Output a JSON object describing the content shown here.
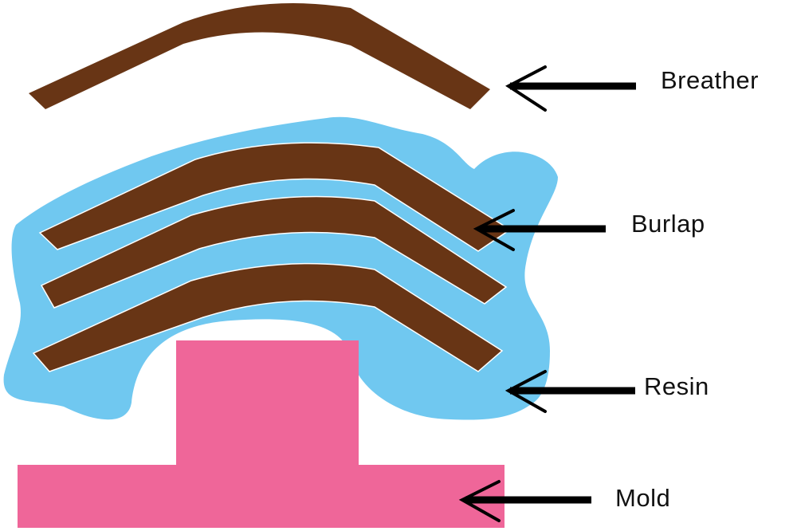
{
  "diagram": {
    "labels": {
      "breather": "Breather",
      "burlap": "Burlap",
      "resin": "Resin",
      "mold": "Mold"
    },
    "colors": {
      "breather": "#683515",
      "burlap": "#683515",
      "resin": "#70c8f0",
      "mold": "#ef6699",
      "arrow": "#000000",
      "text": "#111111"
    }
  }
}
